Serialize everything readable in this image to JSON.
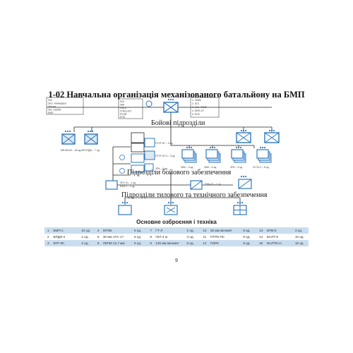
{
  "title": "1-02 Навчальна організація механізованого батальйону на БМП",
  "sections": {
    "combat": "Бойові   підрозділи",
    "combat_support": "Підрозділи бойового забезпечення",
    "logistics": "Підрозділи тилового та технічного забезпечення"
  },
  "hq_labels": {
    "left_list": [
      "НШ",
      "Заст. командира",
      "Зв'язок",
      "Інж. служба",
      "БМП"
    ],
    "mid_list": [
      "НШ",
      "ЗКБ",
      "НАСЛ",
      "СПЕЦ-ОП",
      "РОЗВ",
      "ЕПА"
    ],
    "right_list": [
      "1. ЗКМБ",
      "2. БТЗ",
      "3. Зам. ЗКМБ",
      "4. БМП-1П",
      "5. ЕПА"
    ]
  },
  "unit_labels": {
    "mortar_a": "МР-БМ 82 – 36 од.",
    "mortar_b": "МР-БГДМ – 7 од.",
    "support_1": "ПТУР АТ – 3 од.",
    "support_2": "ПТУР АТ-3 – 3 од.",
    "support_3": "ЗПК – 6 од.",
    "company_1": "ЗКМ – 3 од.",
    "company_2": "ЗКМ – 6 од.",
    "company_3": "ЗПК – 3 од.",
    "company_4": "ЗУ-23-2 – 6 од.",
    "log_1": "ЗПУ 10 – 1 од.",
    "log_2": "БЗМ 2 – 1 од.",
    "log_3": "ПЗМ-10 – 1 од."
  },
  "equipment": {
    "title": "Основне озброєння і техніка",
    "rows": [
      [
        "1",
        "БМП-1",
        "22 од.",
        "4",
        "МТЛБ",
        "5 од.",
        "7",
        "ГТ-Л",
        "2 од.",
        "10",
        "82 мм міномет",
        "8 од.",
        "13",
        "БТМ-К",
        "3 од."
      ],
      [
        "2",
        "БРДМ-2",
        "2 од.",
        "5",
        "30 мм АГС-17",
        "6 од.",
        "8",
        "ГБТ-4 м",
        "3 од.",
        "11",
        "ПТРК-ПС",
        "8 од.",
        "14",
        "БАЛТ-К",
        "10 од."
      ],
      [
        "3",
        "БТР-60",
        "2 од.",
        "6",
        "ЛКПМ 12,7 мм",
        "6 од.",
        "9",
        "120 мм міномет",
        "6 од.",
        "12",
        "ПЗРК",
        "9 од.",
        "15",
        "БАЛТІК-Н",
        "10 од."
      ]
    ]
  },
  "page_number": "9",
  "colors": {
    "unit_blue": "#2f77bc",
    "line": "#222222",
    "table_row": "#c9ddf0"
  }
}
